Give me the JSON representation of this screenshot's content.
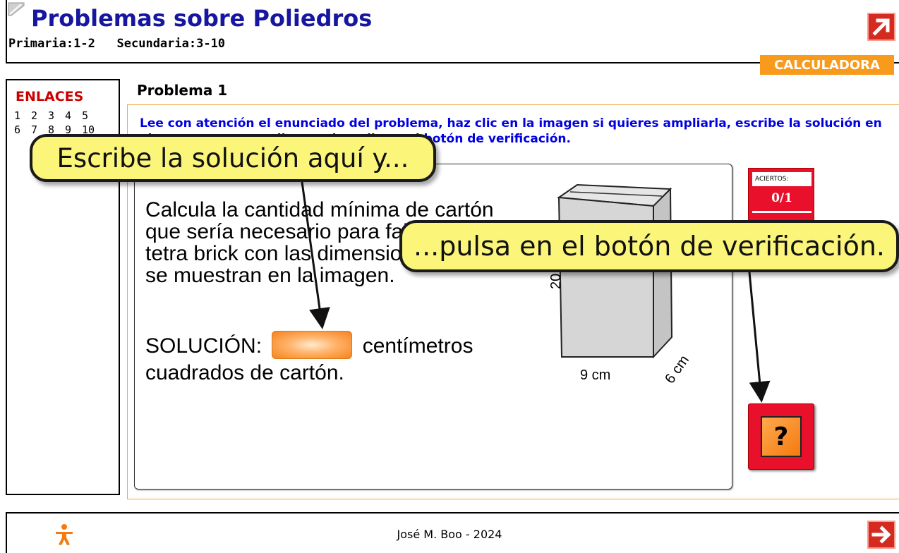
{
  "header": {
    "title": "Problemas sobre Poliedros",
    "levels": "Primaria:1-2   Secundaria:3-10",
    "calculator_label": "CALCULADORA"
  },
  "sidebar": {
    "title": "ENLACES",
    "links_row1": [
      "1",
      "2",
      "3",
      "4",
      "5"
    ],
    "links_row2": [
      "6",
      "7",
      "8",
      "9",
      "10"
    ]
  },
  "problem": {
    "title": "Problema 1",
    "instructions": "Lee con atención el enunciado del problema, haz clic en la imagen si quieres ampliarla, escribe la solución en el campo correspondiente y haz clic en el botón de verificación.",
    "statement": "Calcula la cantidad mínima de cartón que sería necesario para fabricar un tetra brick con las dimensiones que se muestran en la imagen.",
    "solution_prefix": "SOLUCIÓN:",
    "solution_suffix": "centímetros cuadrados de cartón.",
    "answer_value": ""
  },
  "figure": {
    "height_label": "20",
    "width_label": "9 cm",
    "depth_label": "6 cm"
  },
  "score": {
    "label": "ACIERTOS:",
    "value": "0/1"
  },
  "verify": {
    "label": "?"
  },
  "callouts": {
    "first": "Escribe la solución aquí y...",
    "second": "...pulsa en el botón de verificación."
  },
  "footer": {
    "author": "José M. Boo - 2024"
  },
  "colors": {
    "title_blue": "#1616a0",
    "instructions_blue": "#0000e0",
    "accent_orange": "#f89a1c",
    "button_red": "#e8102a",
    "callout_yellow": "#fbf57a"
  }
}
